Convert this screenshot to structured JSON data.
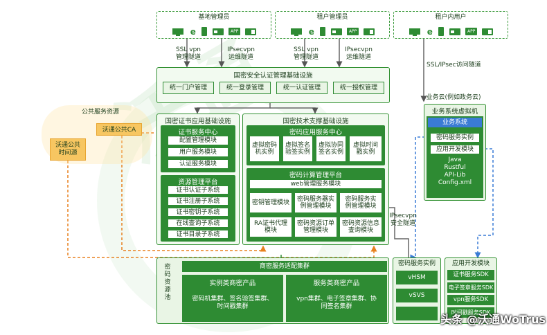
{
  "top_groups": [
    {
      "title": "基地管理员"
    },
    {
      "title": "租户管理员"
    },
    {
      "title": "租户内用户"
    }
  ],
  "app_icon": "APP",
  "tunnels": {
    "left_ssl": "SSL vpn\n管理隧道",
    "left_ipsec": "IPsecvpn\n运维隧道",
    "mid_ssl": "SSL vpn\n管理隧道",
    "mid_ipsec": "IPsecvpn\n运维隧道",
    "right": "SSL/IPsec访问隧道",
    "ipsec_security": "IPsecvpn\n安全隧道"
  },
  "infra": {
    "title": "国密安全认证管理基础设施",
    "items": [
      "统一门户管理",
      "统一登录管理",
      "统一认证管理",
      "统一授权管理"
    ]
  },
  "public_cloud": {
    "title": "公共服务资源",
    "ca": "沃通公共CA",
    "time": "沃通公共\n时间源"
  },
  "cert_app": {
    "title": "国密证书应用基础设施",
    "center_title": "证书服务中心",
    "center_items": [
      "配置管理模块",
      "用户服务模块",
      "认证服务模块"
    ],
    "resource_title": "资源管理平台",
    "resource_items": [
      "证书认证子系统",
      "证书注册子系统",
      "证书密钥子系统",
      "在线查询子系统",
      "证书目录子系统"
    ]
  },
  "tech": {
    "title": "国密技术支撑基础设施",
    "app_center_title": "密码应用服务中心",
    "app_center_items": [
      "虚拟密码\n机实例",
      "虚拟签名\n验签实例",
      "虚拟协同\n签名实例",
      "虚拟时间\n戳实例"
    ],
    "compute_title": "密码计算管理平台",
    "web_module": "web管理服务模块",
    "row1": [
      "密钥管理模块",
      "密码服务器实\n例管理模块",
      "密码服务实\n例管理模块"
    ],
    "row2": [
      "RA证书代理\n模块",
      "密码资源订单\n管理模块",
      "密码资源信息\n查询模块"
    ]
  },
  "business_cloud": {
    "title": "业务云(例如政务云)",
    "vm_title": "业务系统虚拟机",
    "system": "业务系统",
    "items": [
      "密码服务实例",
      "应用开发模块"
    ],
    "libs": [
      "Java",
      "Rustful",
      "API-Lib",
      "Config.xml"
    ]
  },
  "pool": {
    "label": "密\n码\n资\n源\n池",
    "cluster_title": "商密服务适配集群",
    "entity_title": "实例类商密产品",
    "entity_desc": "密码机集群、签名验签集群、\n时间戳集群",
    "service_title": "服务类商密产品",
    "service_desc": "vpn集群、电子签章集群、协\n同签名集群"
  },
  "instances": {
    "title": "密码服务实例",
    "items": [
      "vHSM",
      "vSVS"
    ]
  },
  "dev_module": {
    "title": "应用开发模块",
    "items": [
      "证书服务SDK",
      "电子签章服务SDK",
      "vpn服务SDK",
      "时间戳服务SDK"
    ]
  },
  "footer_watermark": "头条 @沃通WoTrus"
}
